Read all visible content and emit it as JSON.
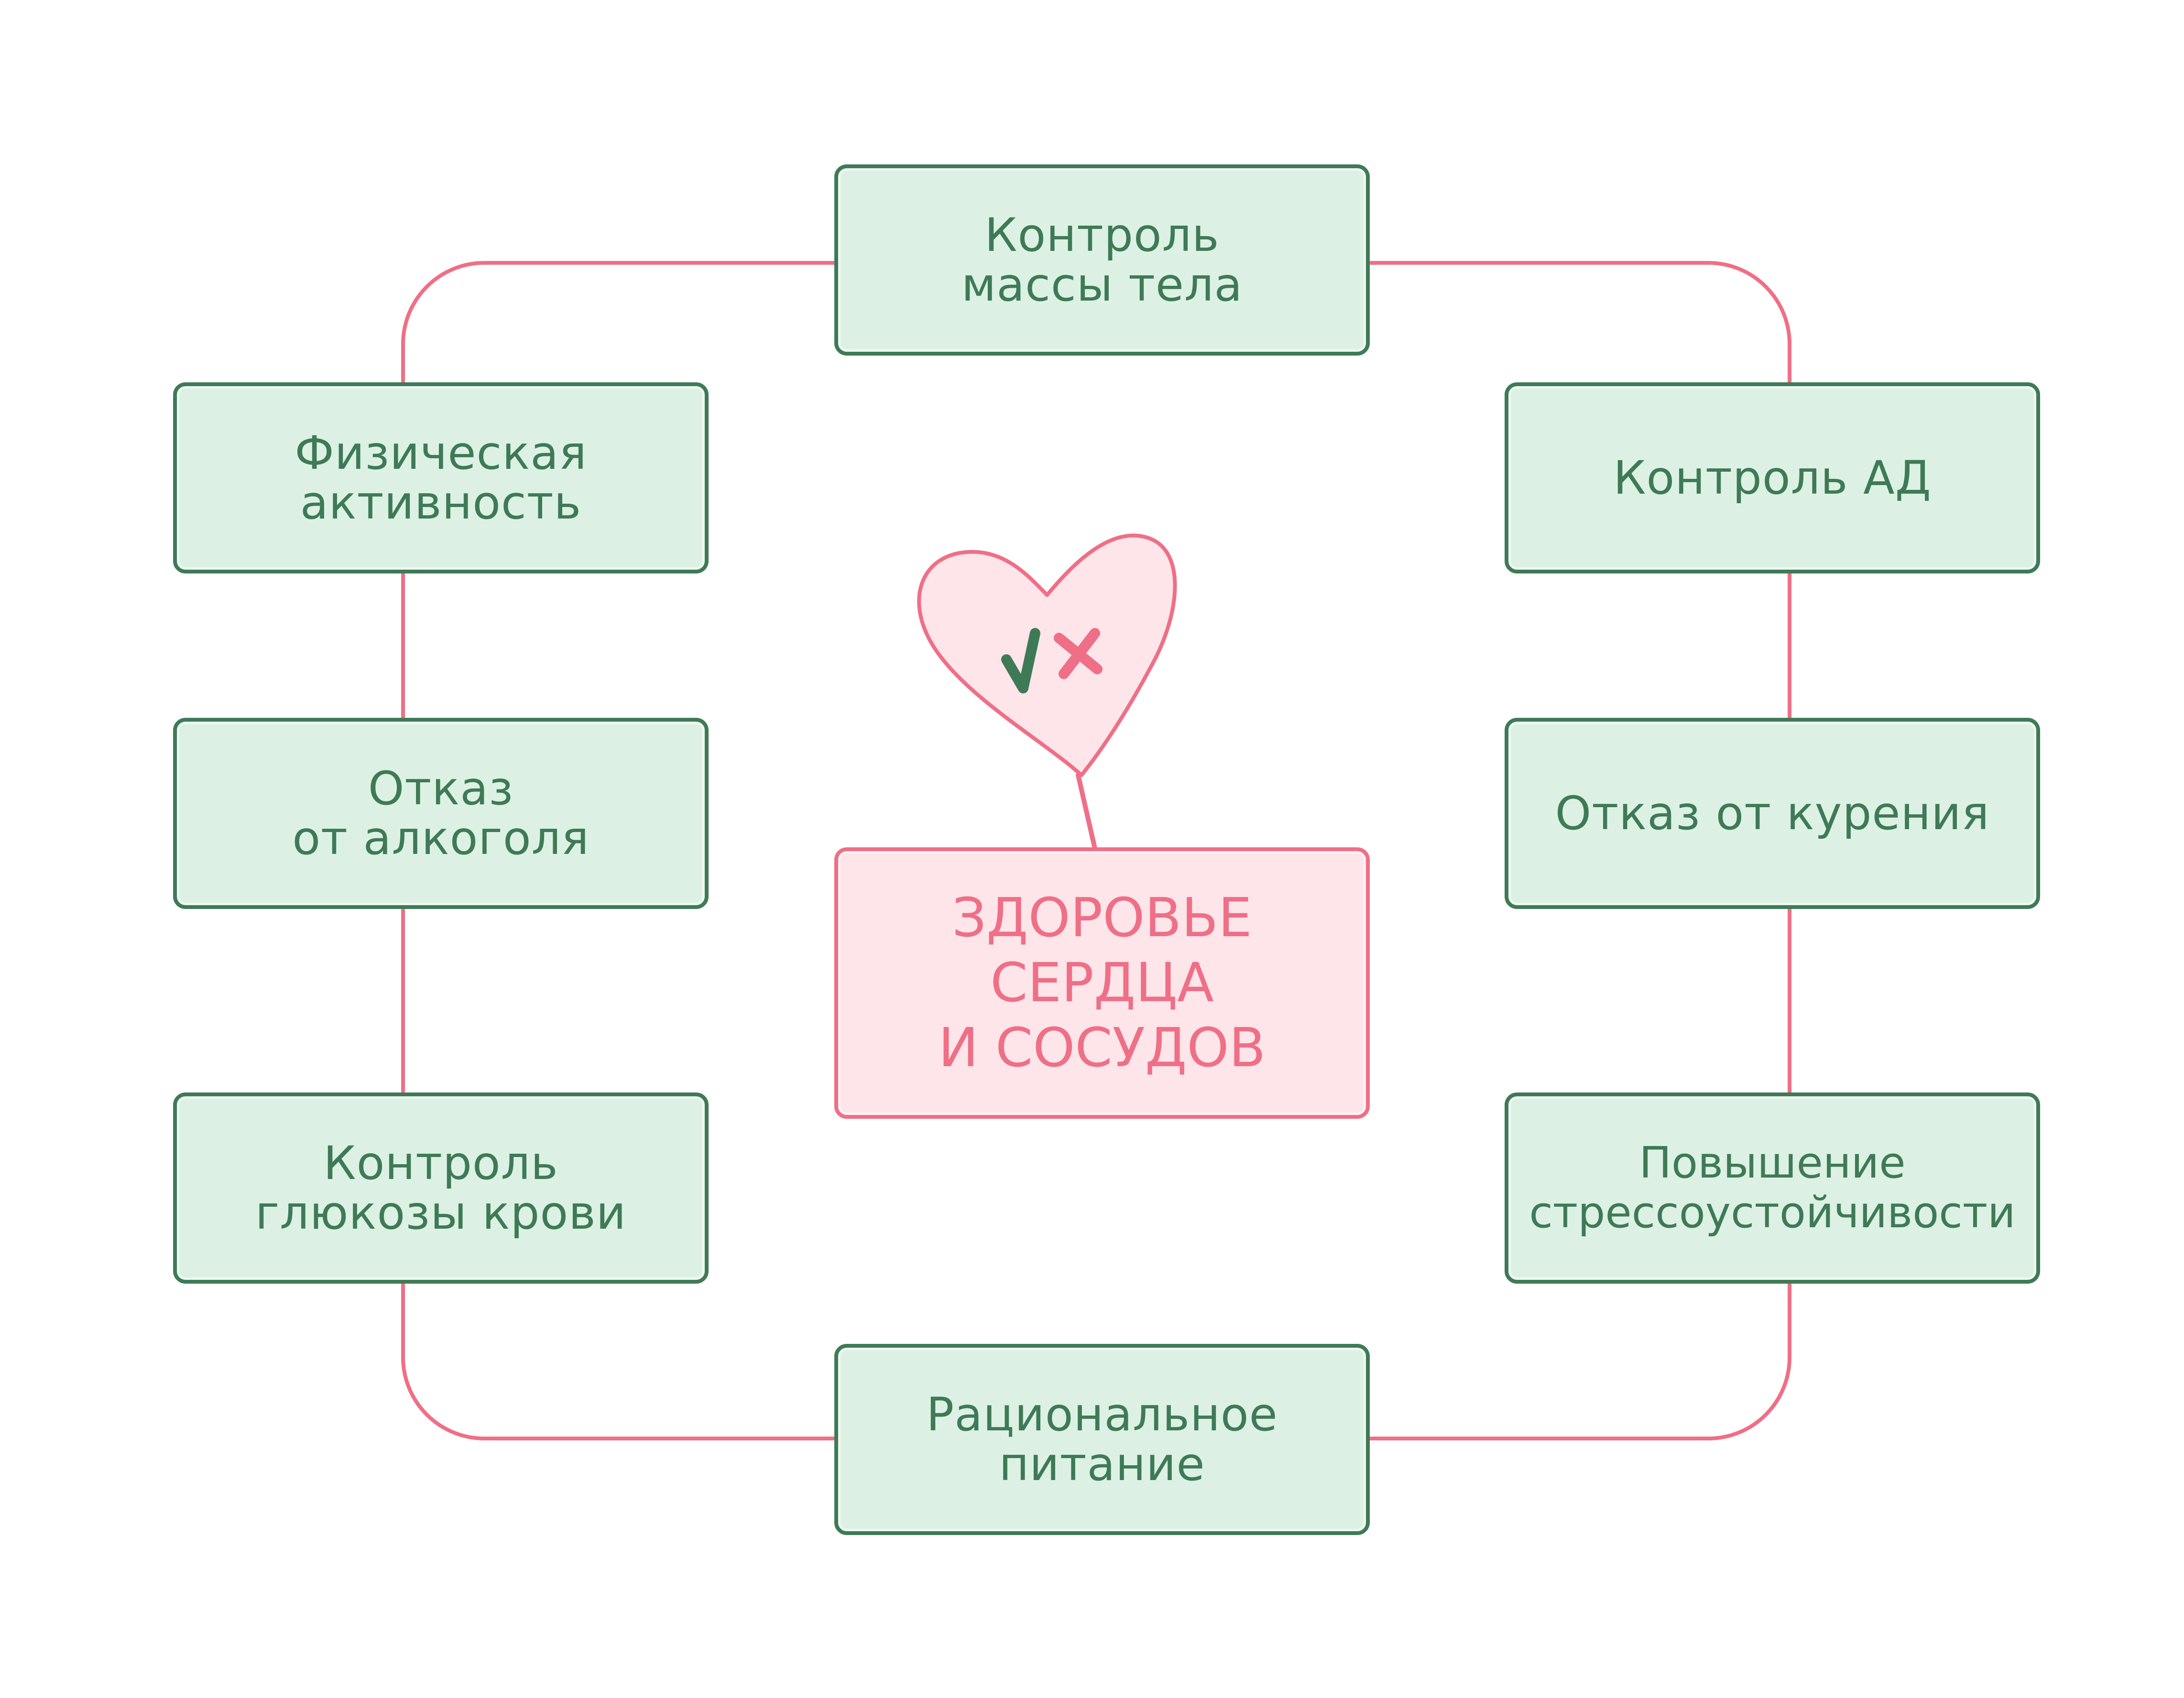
{
  "colors": {
    "node_fill": "#dcf1e4",
    "node_stroke": "#3f7a56",
    "accent_pink": "#ef6f86",
    "center_fill": "#fde5ea",
    "heart_fill": "#fde5ea",
    "check_color": "#3f7a56",
    "cross_color": "#ef6f86"
  },
  "center": {
    "label": "ЗДОРОВЬЕ\nСЕРДЦА\nИ СОСУДОВ"
  },
  "heart": {
    "icons": [
      "check-icon",
      "cross-icon"
    ]
  },
  "nodes": {
    "mass": "Контроль\nмассы тела",
    "physical": "Физическая\nактивность",
    "alcohol": "Отказ\nот алкоголя",
    "glucose": "Контроль\nглюкозы крови",
    "nutrition": "Рациональное\nпитание",
    "blood_pressure": "Контроль АД",
    "smoking": "Отказ от курения",
    "stress": "Повышение\nстрессоустойчивости"
  }
}
